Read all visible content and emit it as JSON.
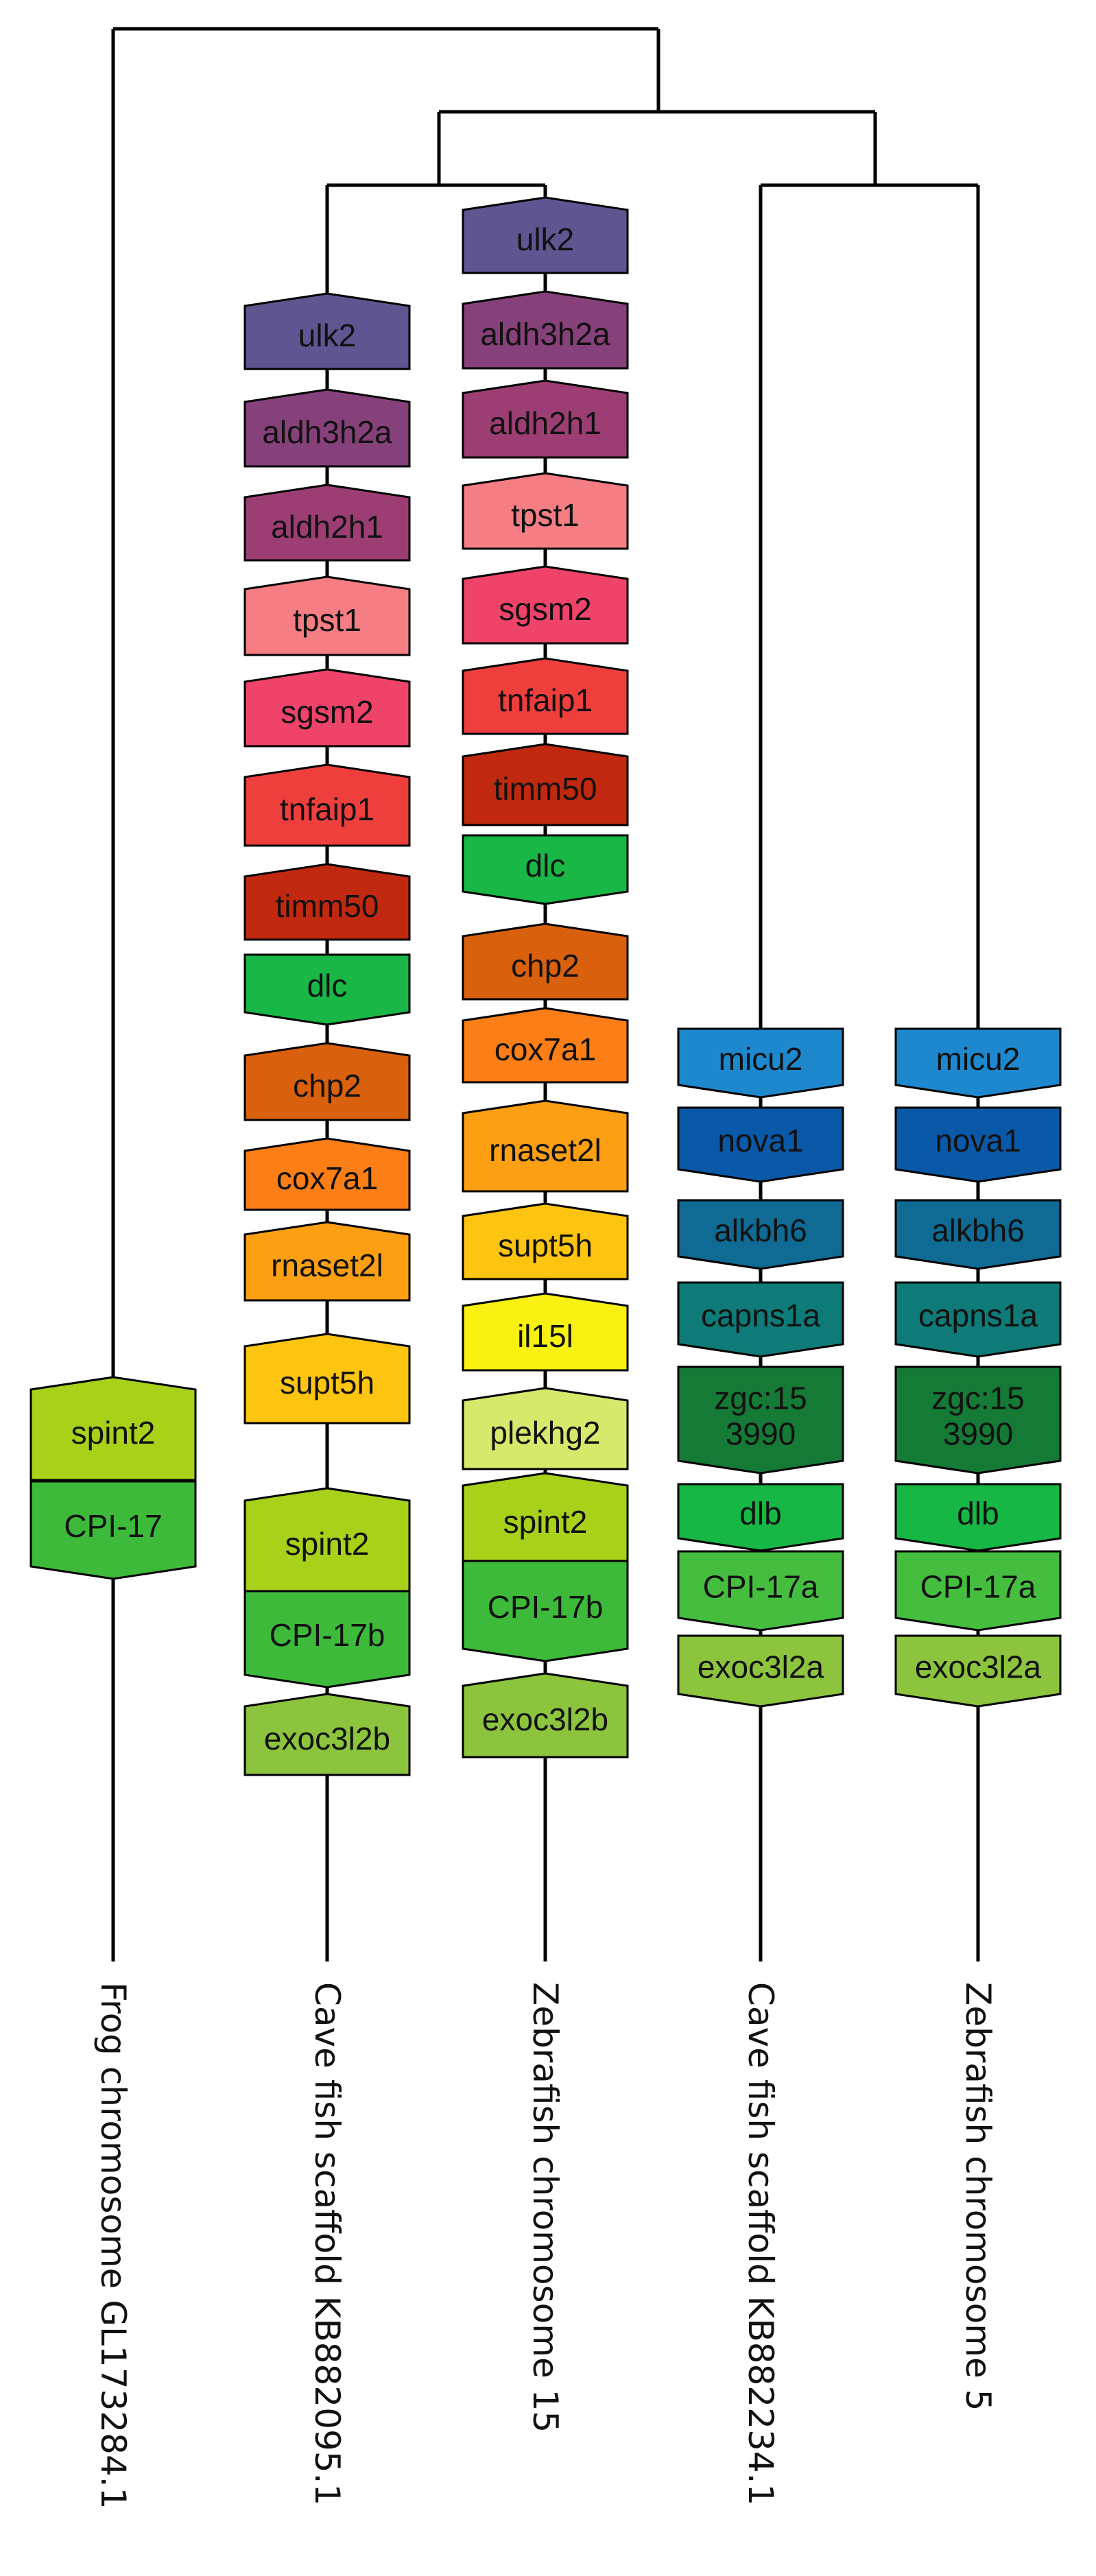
{
  "tracks": [
    {
      "label": "Frog chromosome GL173284.1",
      "genes": [
        {
          "name": "spint2",
          "color": "#A8D11A",
          "shape": "up"
        },
        {
          "name": "CPI-17",
          "color": "#3DBA3A",
          "shape": "down"
        }
      ]
    },
    {
      "label": "Cave fish scaffold KB882095.1",
      "genes": [
        {
          "name": "ulk2",
          "color": "#5E5591",
          "shape": "up"
        },
        {
          "name": "aldh3h2a",
          "color": "#86407A",
          "shape": "up"
        },
        {
          "name": "aldh2h1",
          "color": "#9C3E73",
          "shape": "up"
        },
        {
          "name": "tpst1",
          "color": "#F47E84",
          "shape": "up"
        },
        {
          "name": "sgsm2",
          "color": "#F0436A",
          "shape": "up"
        },
        {
          "name": "tnfaip1",
          "color": "#EE3F3D",
          "shape": "up"
        },
        {
          "name": "timm50",
          "color": "#C0290F",
          "shape": "up"
        },
        {
          "name": "dlc",
          "color": "#19B745",
          "shape": "down"
        },
        {
          "name": "chp2",
          "color": "#D9610D",
          "shape": "up"
        },
        {
          "name": "cox7a1",
          "color": "#FB7E16",
          "shape": "up"
        },
        {
          "name": "rnaset2l",
          "color": "#FD9F12",
          "shape": "up"
        },
        {
          "name": "supt5h",
          "color": "#FDC510",
          "shape": "up"
        },
        {
          "name": "spint2",
          "color": "#A8D11A",
          "shape": "up"
        },
        {
          "name": "CPI-17b",
          "color": "#3DBA3A",
          "shape": "down"
        },
        {
          "name": "exoc3l2b",
          "color": "#8CC43D",
          "shape": "up"
        }
      ]
    },
    {
      "label": "Zebrafish chromosome 15",
      "genes": [
        {
          "name": "ulk2",
          "color": "#5E5591",
          "shape": "up"
        },
        {
          "name": "aldh3h2a",
          "color": "#86407A",
          "shape": "up"
        },
        {
          "name": "aldh2h1",
          "color": "#9C3E73",
          "shape": "up"
        },
        {
          "name": "tpst1",
          "color": "#F47E84",
          "shape": "up"
        },
        {
          "name": "sgsm2",
          "color": "#F0436A",
          "shape": "up"
        },
        {
          "name": "tnfaip1",
          "color": "#EE3F3D",
          "shape": "up"
        },
        {
          "name": "timm50",
          "color": "#C0290F",
          "shape": "up"
        },
        {
          "name": "dlc",
          "color": "#19B745",
          "shape": "down"
        },
        {
          "name": "chp2",
          "color": "#D9610D",
          "shape": "up"
        },
        {
          "name": "cox7a1",
          "color": "#FB7E16",
          "shape": "up"
        },
        {
          "name": "rnaset2l",
          "color": "#FD9F12",
          "shape": "up"
        },
        {
          "name": "supt5h",
          "color": "#FDC510",
          "shape": "up"
        },
        {
          "name": "il15l",
          "color": "#F8F111",
          "shape": "up"
        },
        {
          "name": "plekhg2",
          "color": "#D8E86A",
          "shape": "up"
        },
        {
          "name": "spint2",
          "color": "#A8D11A",
          "shape": "up"
        },
        {
          "name": "CPI-17b",
          "color": "#3DBA3A",
          "shape": "down"
        },
        {
          "name": "exoc3l2b",
          "color": "#8CC43D",
          "shape": "up"
        }
      ]
    },
    {
      "label": "Cave fish scaffold KB882234.1",
      "genes": [
        {
          "name": "micu2",
          "color": "#1E88CF",
          "shape": "down"
        },
        {
          "name": "nova1",
          "color": "#0A59A8",
          "shape": "down"
        },
        {
          "name": "alkbh6",
          "color": "#0F6A94",
          "shape": "down"
        },
        {
          "name": "capns1a",
          "color": "#0E7B78",
          "shape": "down"
        },
        {
          "name": "zgc:15\n3990",
          "color": "#157A36",
          "shape": "down"
        },
        {
          "name": "dlb",
          "color": "#16B744",
          "shape": "down"
        },
        {
          "name": "CPI-17a",
          "color": "#45BE40",
          "shape": "down"
        },
        {
          "name": "exoc3l2a",
          "color": "#8CC43D",
          "shape": "down"
        }
      ]
    },
    {
      "label": "Zebrafish chromosome 5",
      "genes": [
        {
          "name": "micu2",
          "color": "#1E88CF",
          "shape": "down"
        },
        {
          "name": "nova1",
          "color": "#0A59A8",
          "shape": "down"
        },
        {
          "name": "alkbh6",
          "color": "#0F6A94",
          "shape": "down"
        },
        {
          "name": "capns1a",
          "color": "#0E7B78",
          "shape": "down"
        },
        {
          "name": "zgc:15\n3990",
          "color": "#157A36",
          "shape": "down"
        },
        {
          "name": "dlb",
          "color": "#16B744",
          "shape": "down"
        },
        {
          "name": "CPI-17a",
          "color": "#45BE40",
          "shape": "down"
        },
        {
          "name": "exoc3l2a",
          "color": "#8CC43D",
          "shape": "down"
        }
      ]
    }
  ]
}
